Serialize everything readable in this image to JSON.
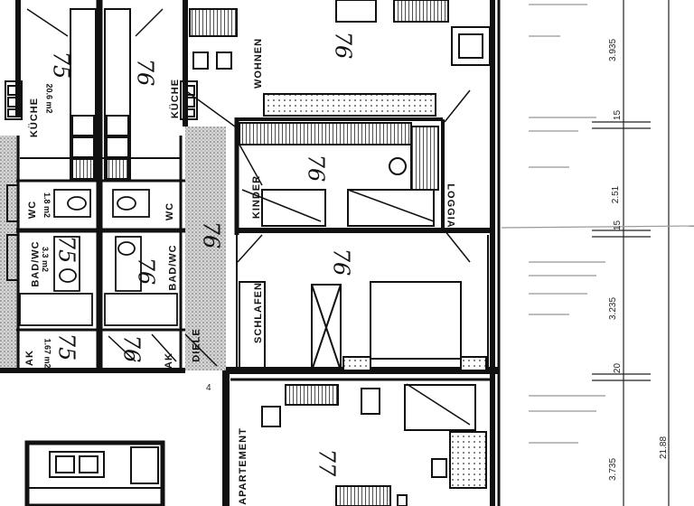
{
  "rooms": {
    "kueche_left": "KÜCHE",
    "kueche_left_area": "20.6 m2",
    "kueche_right": "KÜCHE",
    "wohnen": "WOHNEN",
    "kinder": "KINDER",
    "loggia": "LOGGIA",
    "schlafen": "SCHLAFEN",
    "diele": "DIELE",
    "wc_left": "WC",
    "wc_left_area": "1.8 m2",
    "wc_right": "WC",
    "bad_wc_left": "BAD/WC",
    "bad_wc_left_area": "3.3 m2",
    "bad_wc_right": "BAD/WC",
    "ak_left": "AK",
    "ak_left_area": "1.67 m2",
    "ak_right": "AK",
    "apartement": "APARTEMENT"
  },
  "handwritten": {
    "kueche_left": "75",
    "kueche_right": "76",
    "wohnen": "76",
    "kinder": "76",
    "diele": "76",
    "schlafen": "76",
    "bad_wc_left": "75",
    "bad_wc_right": "76",
    "ak_left": "75",
    "ak_right": "76",
    "apartement": "77"
  },
  "dimensions": {
    "d1": "3.935",
    "d2": "15",
    "d3": "2.51",
    "d4": "15",
    "d5": "3.235",
    "d6": "20",
    "d7": "3.735",
    "d8": "21.88",
    "d9": "4"
  }
}
